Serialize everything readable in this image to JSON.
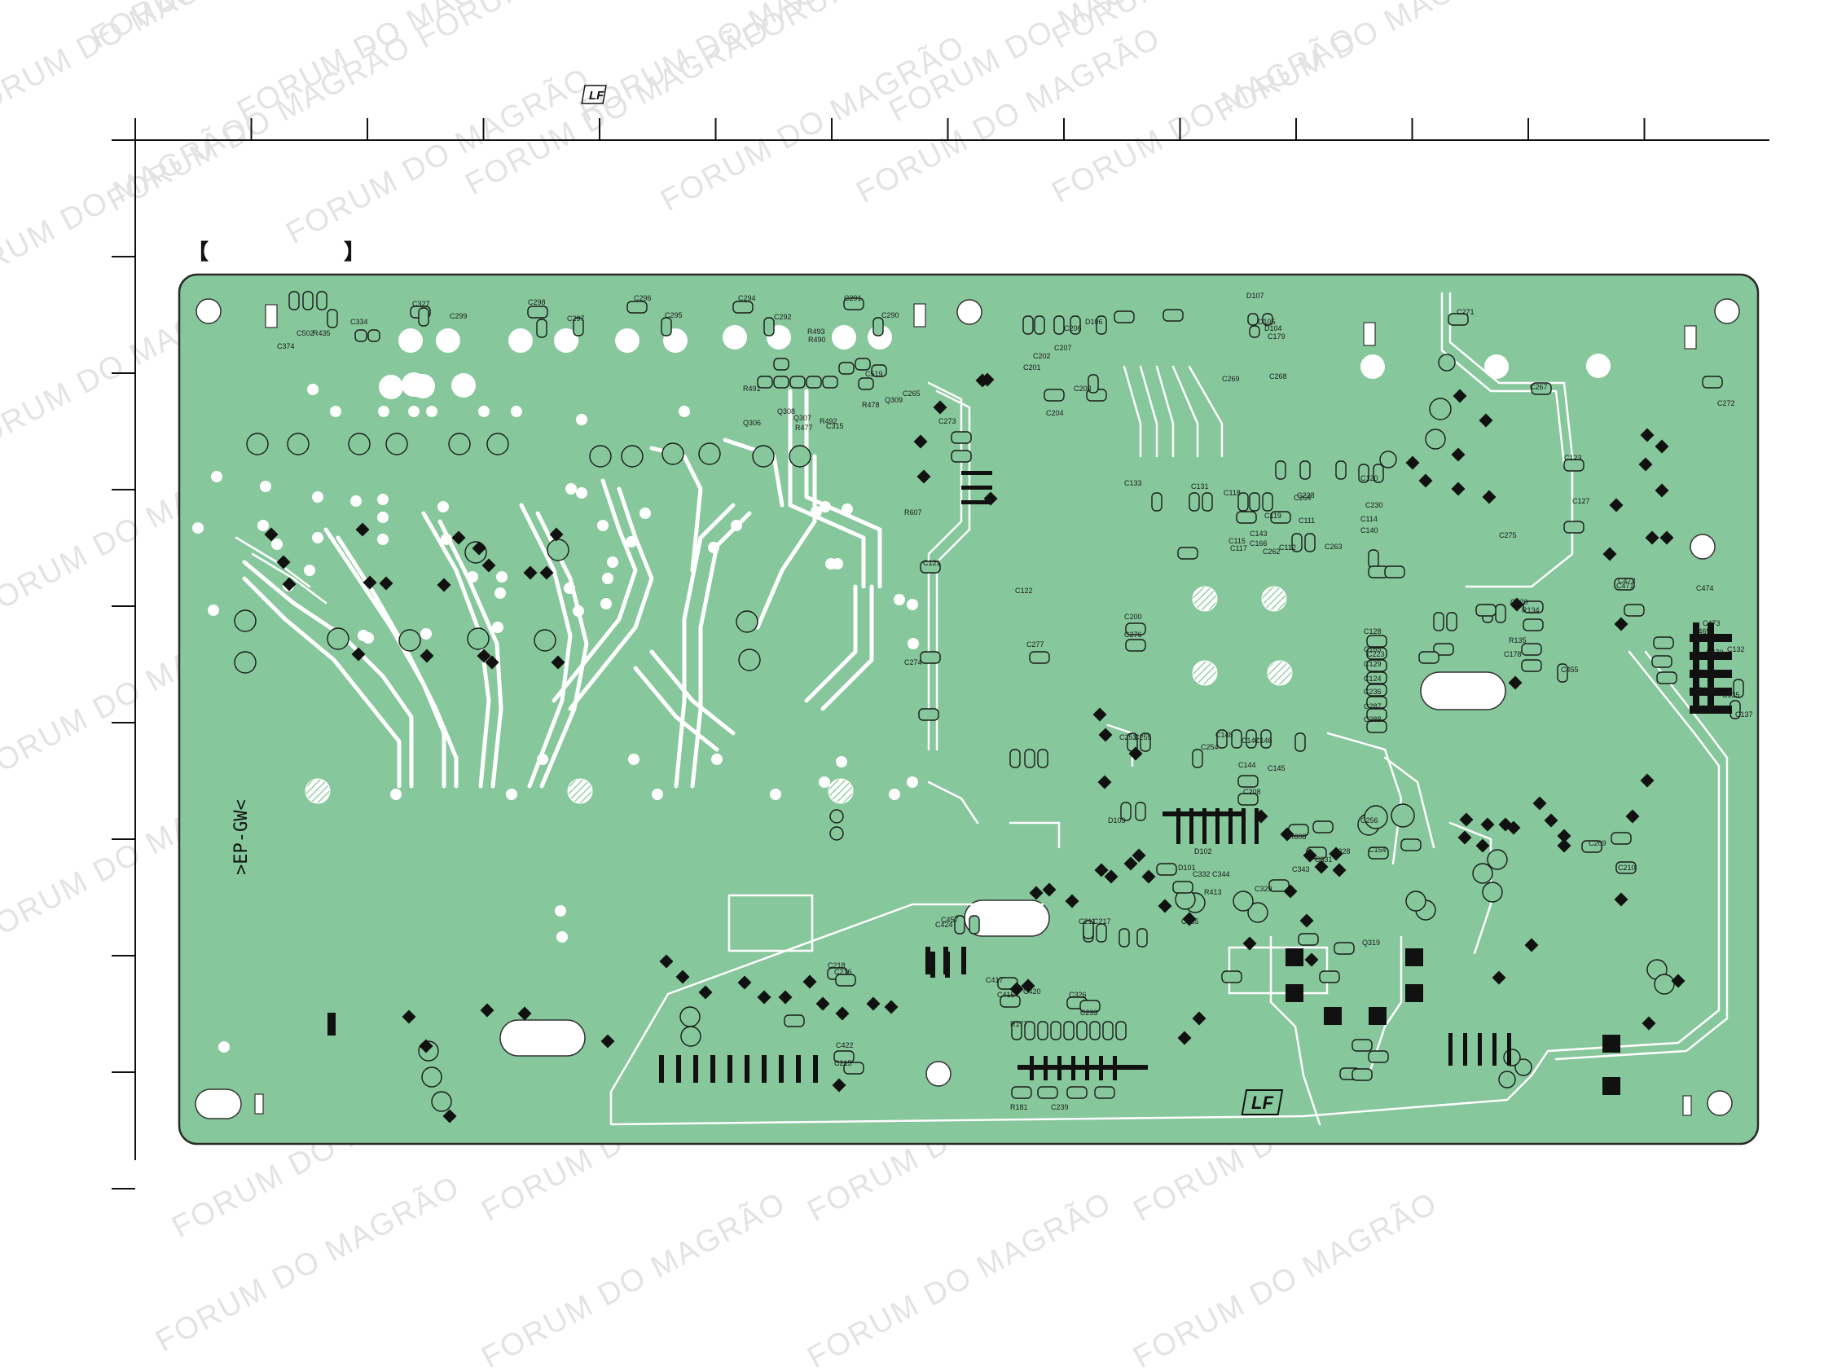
{
  "document": {
    "watermark": "FORUM DO MAGRÃO",
    "board_label": ">EP-GW<",
    "bracket_left": "【",
    "bracket_right": "】",
    "logo_mark": "LF"
  },
  "component_labels": [
    "C374",
    "C502",
    "R435",
    "C334",
    "C327",
    "C299",
    "C298",
    "C297",
    "C296",
    "C295",
    "C294",
    "C292",
    "C291",
    "C290",
    "R490",
    "R491",
    "R493",
    "C519",
    "R478",
    "Q309",
    "Q306",
    "Q307",
    "Q308",
    "R477",
    "R492",
    "C315",
    "C265",
    "C202",
    "C201",
    "C207",
    "C204",
    "C203",
    "C206",
    "D106",
    "C179",
    "D105",
    "D107",
    "D104",
    "C268",
    "C269",
    "C271",
    "C267",
    "C272",
    "C273",
    "C123",
    "C127",
    "C133",
    "C131",
    "C118",
    "C115",
    "C119",
    "C111",
    "C117",
    "C112",
    "C120",
    "C114",
    "C140",
    "C230",
    "C228",
    "C143",
    "C166",
    "C262",
    "C263",
    "C264",
    "R607",
    "C121",
    "C122",
    "C200",
    "C276",
    "C277",
    "C274",
    "C275",
    "C220",
    "R134",
    "R135",
    "C178",
    "C455",
    "C472",
    "C471",
    "C474",
    "C469",
    "C473",
    "C470",
    "C138",
    "C137",
    "C132",
    "C125",
    "C128",
    "C165",
    "C129",
    "C124",
    "C236",
    "C287",
    "C288",
    "C223",
    "C253",
    "C255",
    "C254",
    "C148",
    "C147",
    "C146",
    "C145",
    "C144",
    "C208",
    "D101",
    "D102",
    "D103",
    "R608",
    "C256",
    "C154",
    "C331",
    "C343",
    "C344",
    "C332",
    "C329",
    "C328",
    "Q319",
    "R413",
    "C265",
    "C209",
    "C210",
    "C211",
    "C217",
    "C216",
    "C218",
    "C215",
    "C422",
    "C424",
    "C457",
    "C417",
    "C420",
    "C415",
    "C326",
    "C233",
    "R177",
    "R181",
    "C239"
  ]
}
